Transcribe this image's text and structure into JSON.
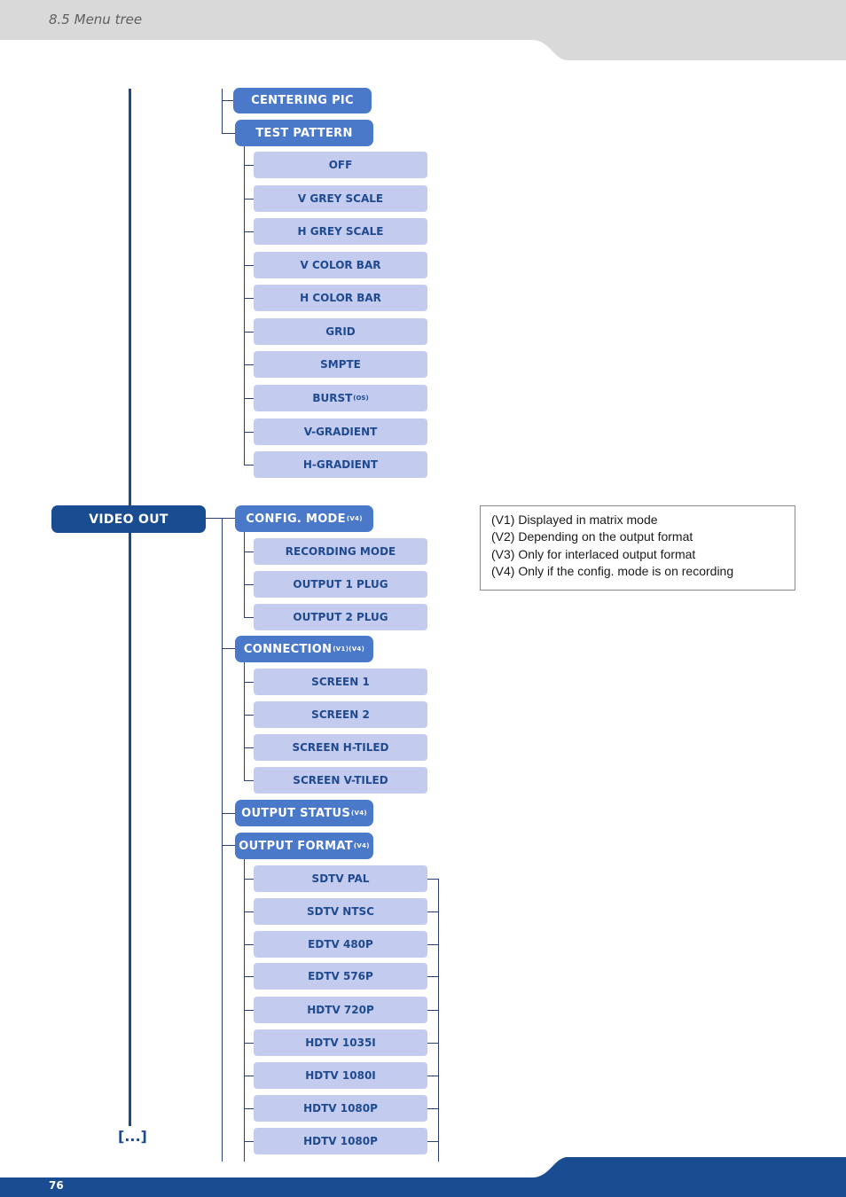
{
  "header": {
    "section_title": "8.5 Menu tree"
  },
  "footer": {
    "page_number": "76"
  },
  "colors": {
    "primary_blue": "#1a4c91",
    "mid_blue": "#4b79c9",
    "light_blue": "#c3cbee",
    "header_gray": "#d9d9d9"
  },
  "menu": {
    "root": "VIDEO OUT",
    "continuation": "[...]",
    "centering_pic": "CENTERING PIC",
    "test_pattern": {
      "label": "TEST PATTERN",
      "items": [
        {
          "label": "OFF",
          "sup": ""
        },
        {
          "label": "V GREY SCALE",
          "sup": ""
        },
        {
          "label": "H GREY SCALE",
          "sup": ""
        },
        {
          "label": "V COLOR BAR",
          "sup": ""
        },
        {
          "label": "H COLOR BAR",
          "sup": ""
        },
        {
          "label": "GRID",
          "sup": ""
        },
        {
          "label": "SMPTE",
          "sup": ""
        },
        {
          "label": "BURST",
          "sup": "(OS)"
        },
        {
          "label": "V-GRADIENT",
          "sup": ""
        },
        {
          "label": "H-GRADIENT",
          "sup": ""
        }
      ]
    },
    "config_mode": {
      "label": "CONFIG. MODE",
      "sup": "(V4)",
      "items": [
        "RECORDING MODE",
        "OUTPUT 1 PLUG",
        "OUTPUT 2 PLUG"
      ]
    },
    "connection": {
      "label": "CONNECTION",
      "sup": "(V1)(V4)",
      "items": [
        "SCREEN 1",
        "SCREEN 2",
        "SCREEN H-TILED",
        "SCREEN V-TILED"
      ]
    },
    "output_status": {
      "label": "OUTPUT STATUS",
      "sup": "(V4)"
    },
    "output_format": {
      "label": "OUTPUT FORMAT",
      "sup": "(V4)",
      "items": [
        "SDTV PAL",
        "SDTV NTSC",
        "EDTV 480P",
        "EDTV 576P",
        "HDTV 720P",
        "HDTV 1035I",
        "HDTV 1080I",
        "HDTV 1080P",
        "HDTV 1080P"
      ]
    }
  },
  "legend": {
    "lines": [
      "(V1) Displayed in matrix mode",
      "(V2) Depending on the output format",
      "(V3) Only for interlaced output format",
      "(V4) Only if the config. mode is on recording"
    ]
  }
}
